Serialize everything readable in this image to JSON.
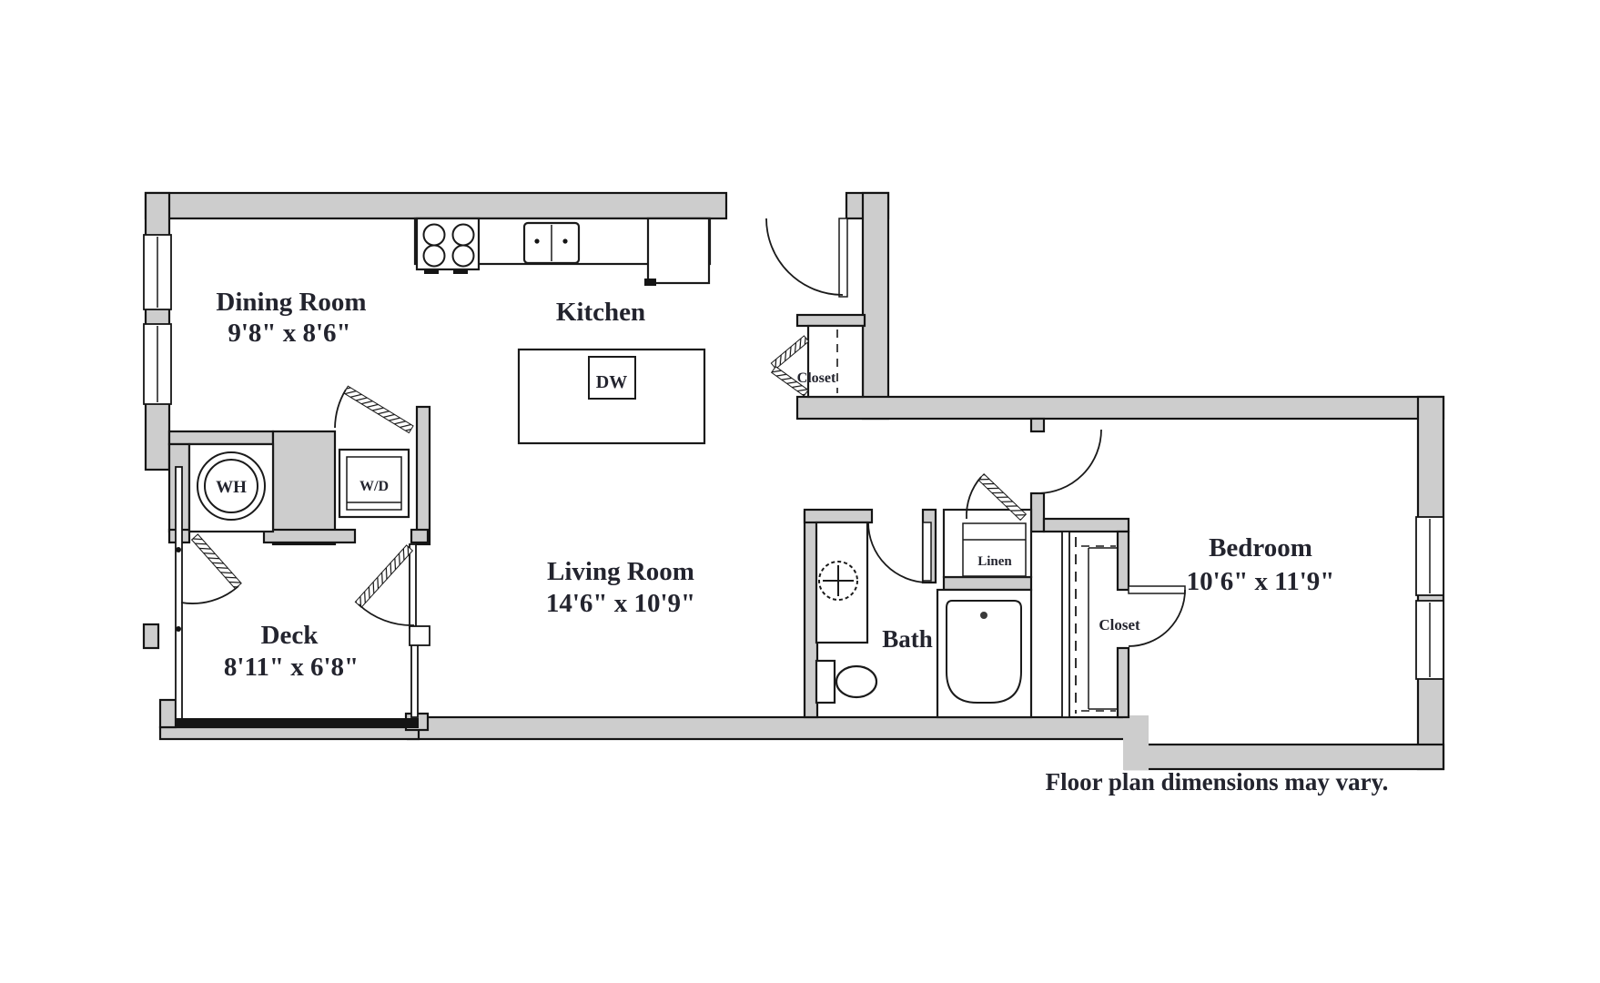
{
  "colors": {
    "wall_fill": "#cdcdcd",
    "line": "#141414",
    "text_ink": "#23242e",
    "background": "#ffffff"
  },
  "rooms": {
    "dining": {
      "name": "Dining Room",
      "dims": "9'8\" x 8'6\""
    },
    "kitchen": {
      "name": "Kitchen"
    },
    "living": {
      "name": "Living Room",
      "dims": "14'6\" x 10'9\""
    },
    "deck": {
      "name": "Deck",
      "dims": "8'11\" x 6'8\""
    },
    "bedroom": {
      "name": "Bedroom",
      "dims": "10'6\" x 11'9\""
    },
    "bath": {
      "name": "Bath"
    },
    "entry_closet": {
      "name": "Closet"
    },
    "bedroom_closet": {
      "name": "Closet"
    },
    "linen": {
      "name": "Linen"
    }
  },
  "appliances": {
    "dishwasher": "DW",
    "water_heater": "WH",
    "washer_dryer": "W/D"
  },
  "footnote": "Floor plan dimensions may vary."
}
